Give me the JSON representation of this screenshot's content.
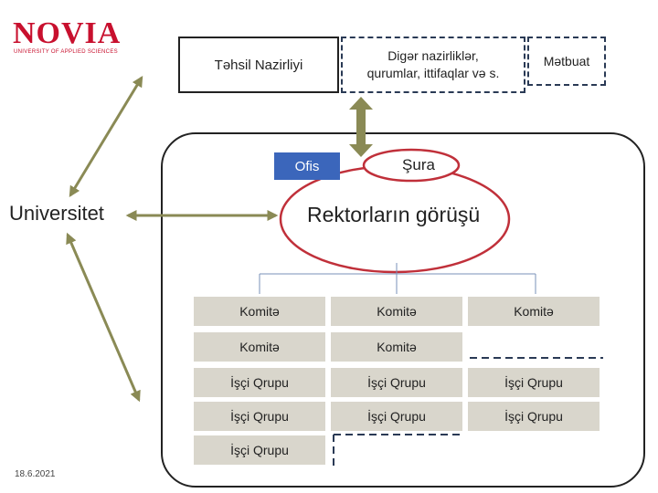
{
  "logo": {
    "wordmark": "NOVIA",
    "tagline": "UNIVERSITY OF APPLIED SCIENCES"
  },
  "nodes": {
    "tehsil": "Təhsil Nazirliyi",
    "diger_line1": "Digər nazirliklər,",
    "diger_line2": "qurumlar, ittifaqlar və s.",
    "metbuat": "Mətbuat",
    "ofis": "Ofis",
    "shura": "Şura",
    "universitet": "Universitet",
    "rektorlar": "Rektorların görüşü"
  },
  "grid": {
    "row1": [
      "Komitə",
      "Komitə",
      "Komitə"
    ],
    "row2": [
      "Komitə",
      "Komitə"
    ],
    "row3": [
      "İşçi Qrupu",
      "İşçi Qrupu",
      "İşçi Qrupu"
    ],
    "row4": [
      "İşçi Qrupu",
      "İşçi Qrupu",
      "İşçi Qrupu"
    ],
    "row5": [
      "İşçi Qrupu"
    ]
  },
  "footer": {
    "date": "18.6.2021"
  },
  "colors": {
    "brand_red": "#c8102e",
    "arrow_olive": "#8a8a55",
    "ellipse_red": "#c0303a",
    "ofis_blue": "#3b66bb",
    "cell_bg": "#d9d6cc",
    "connector_blue": "#7890b8"
  }
}
